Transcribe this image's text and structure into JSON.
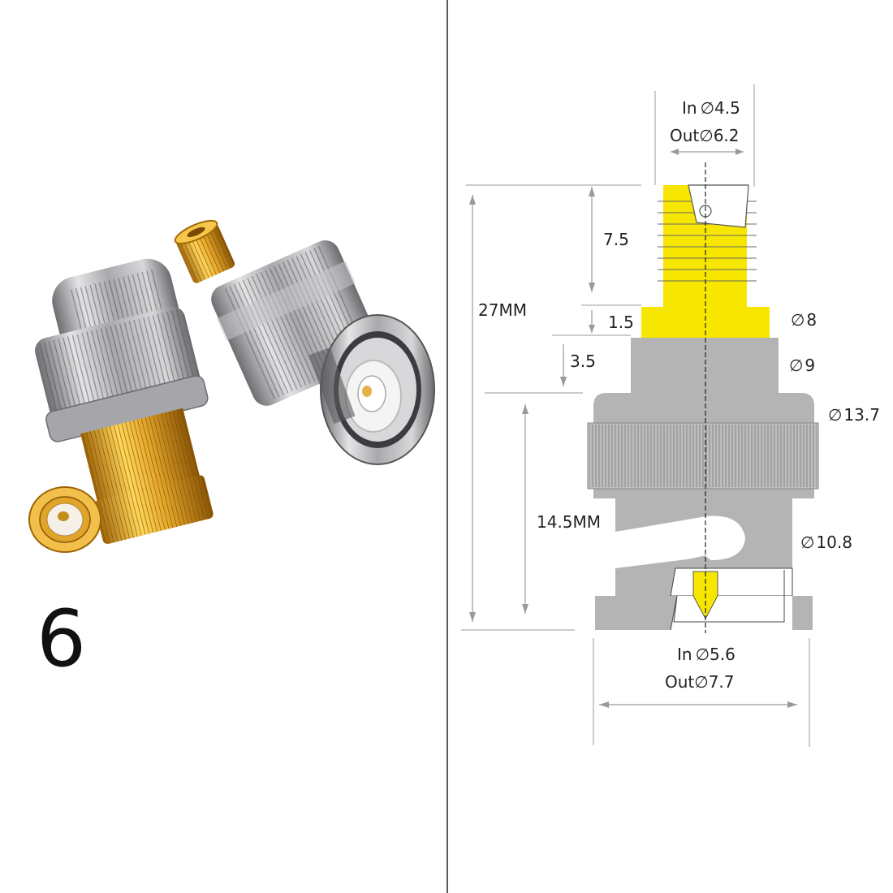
{
  "panel_number": "6",
  "colors": {
    "gold": "#f7e600",
    "gray": "#b4b4b4",
    "line": "#9a9a9a",
    "outline": "#555555",
    "photo_gold": "#e0a52a",
    "photo_silver": "#a8a8ac"
  },
  "drawing": {
    "top_inner_prefix": "In",
    "top_inner_value": "4.5",
    "top_outer_prefix": "Out",
    "top_outer_value": "6.2",
    "dim_7_5": "7.5",
    "dim_27": "27MM",
    "dim_1_5": "1.5",
    "dim_3_5": "3.5",
    "dim_14_5": "14.5MM",
    "dia_8": "8",
    "dia_9": "9",
    "dia_13_7": "13.7",
    "dia_10_8": "10.8",
    "bottom_inner_prefix": "In",
    "bottom_inner_value": "5.6",
    "bottom_outer_prefix": "Out",
    "bottom_outer_value": "7.7",
    "diameter_symbol": "∅"
  }
}
